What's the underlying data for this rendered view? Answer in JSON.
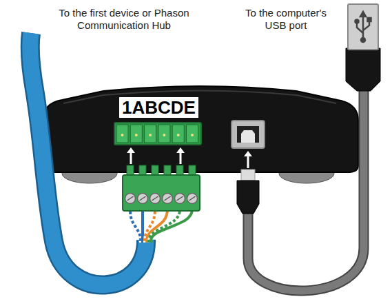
{
  "diagram": {
    "labels": [
      "To the first device or Phason Communication Hub",
      "To the computer's USB port",
      "1ABCDE"
    ]
  }
}
